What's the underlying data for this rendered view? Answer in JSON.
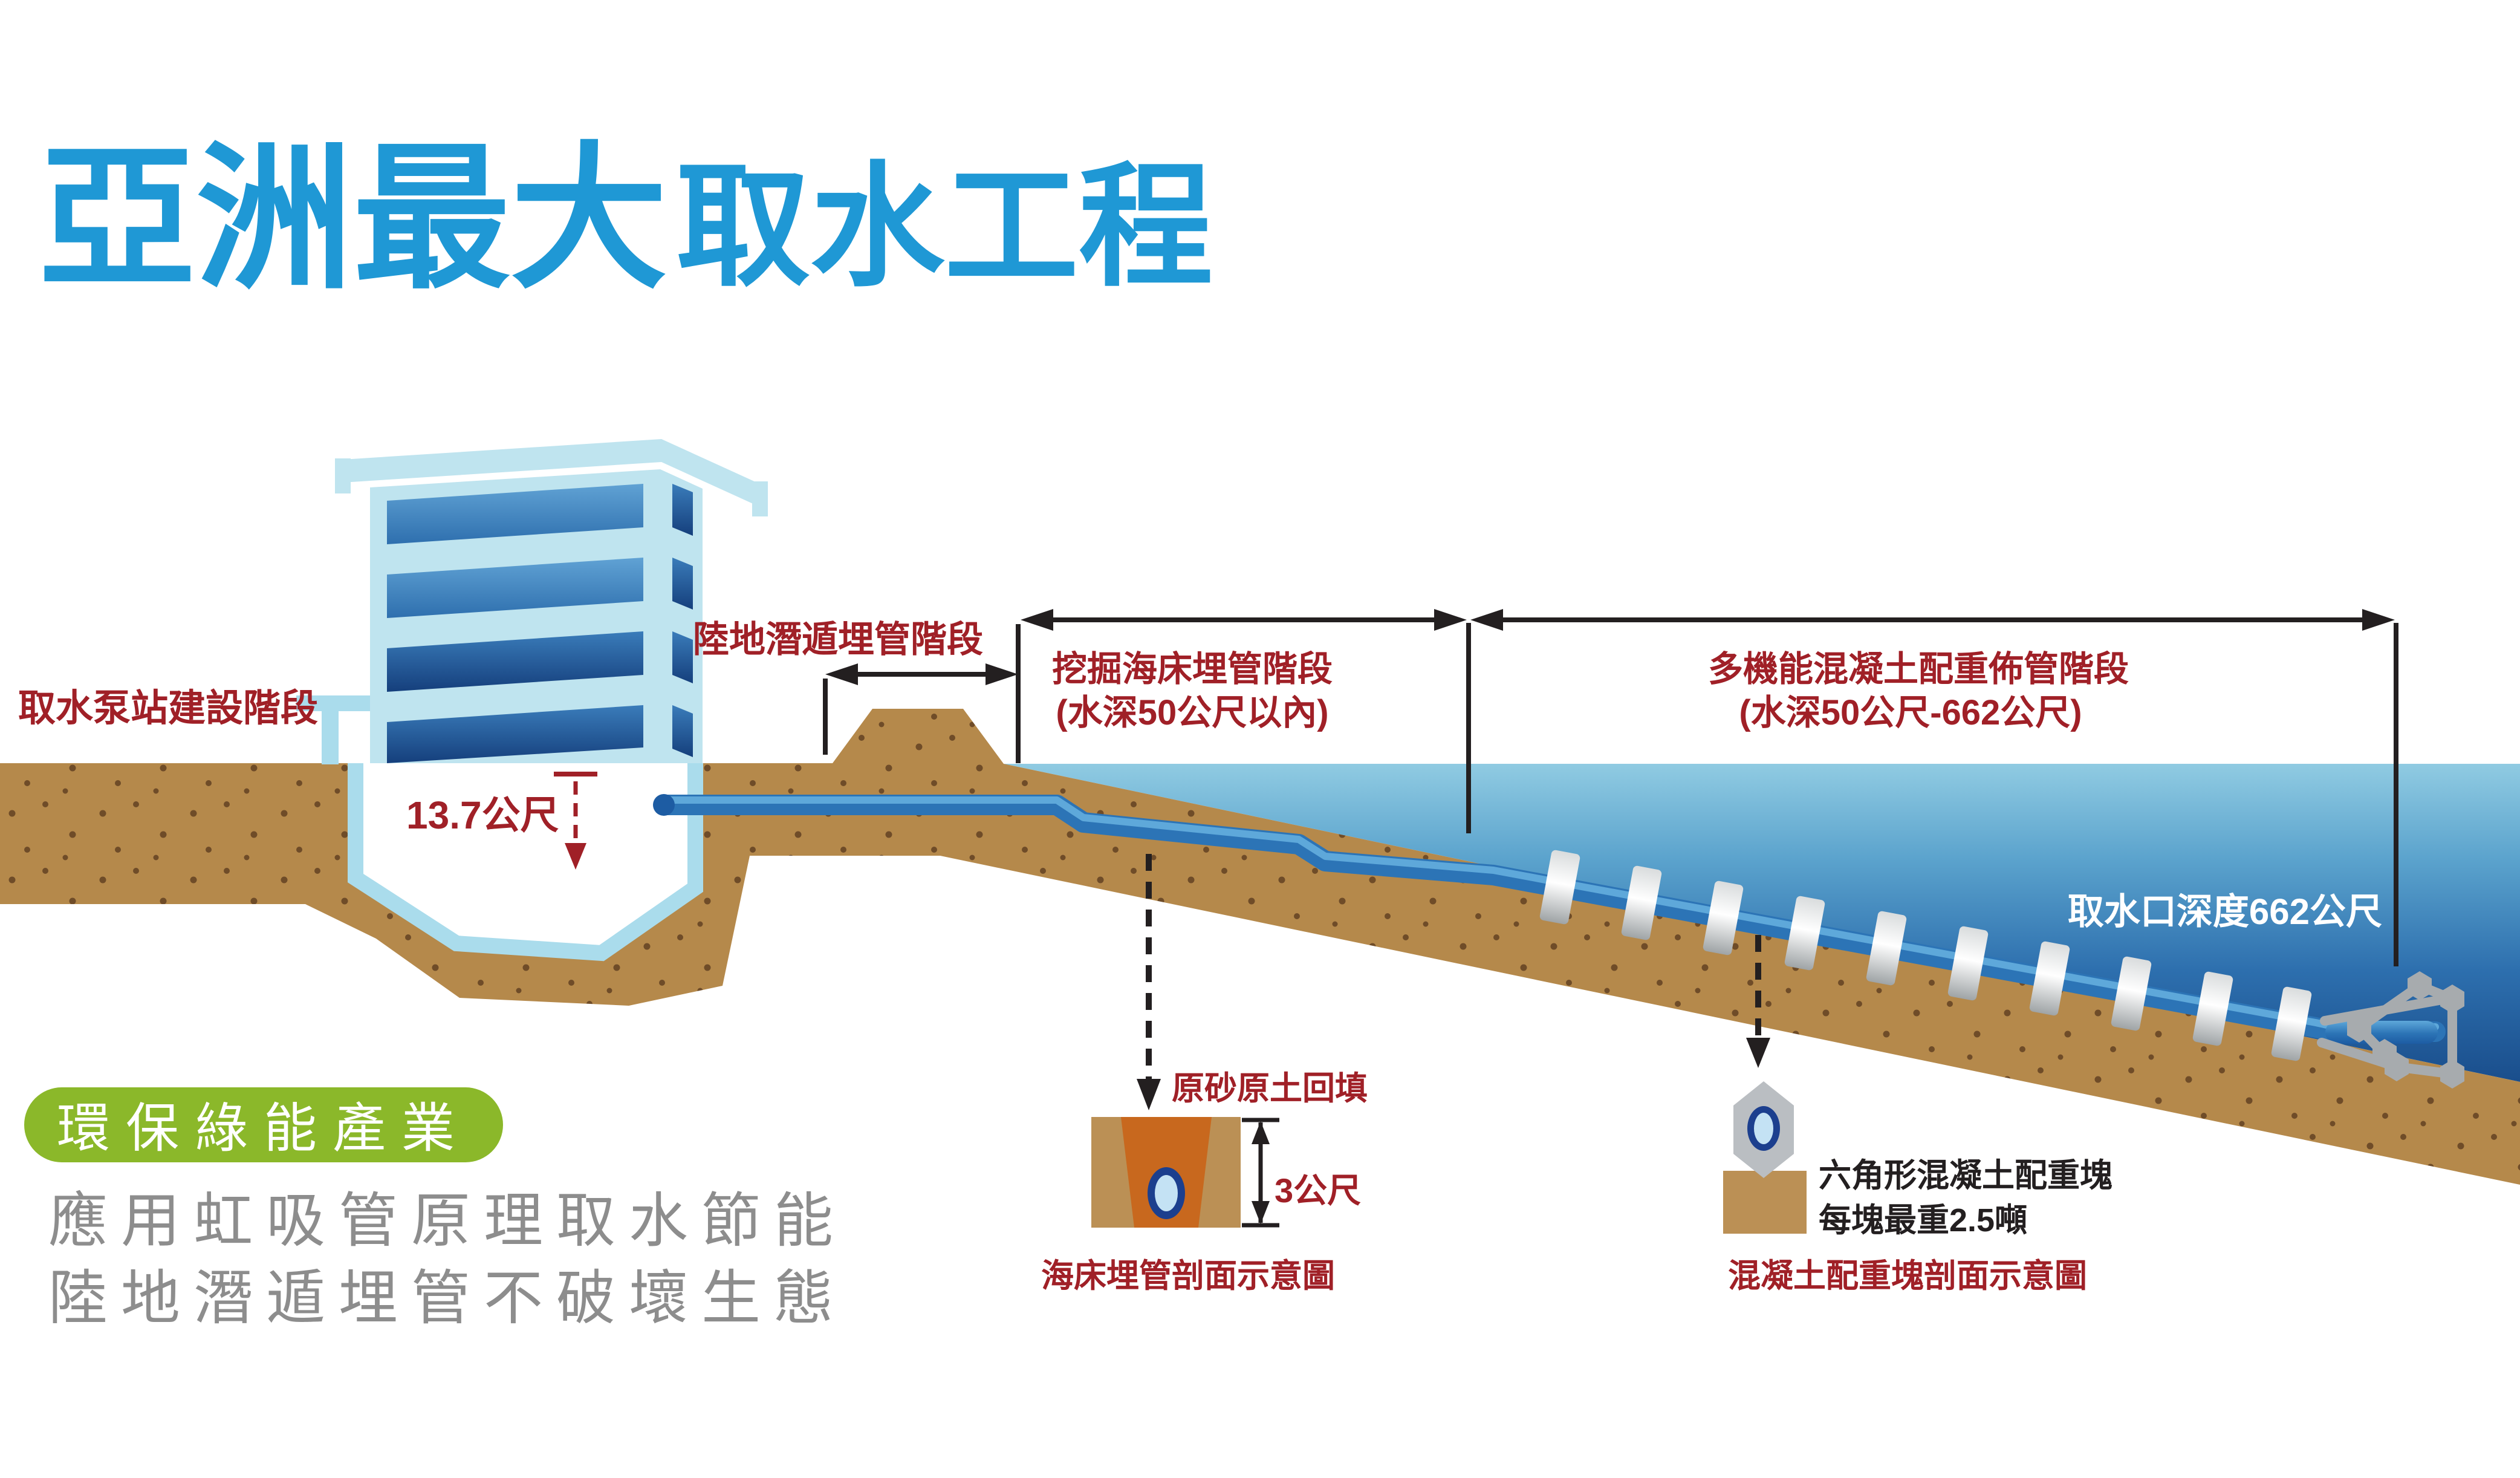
{
  "title": {
    "part1": "亞洲最大",
    "part2": "取水工程"
  },
  "phase_labels": {
    "pump_station": "取水泵站建設階段",
    "land_drilling": "陸地潛遁埋管階段",
    "seabed_excavation_line1": "挖掘海床埋管階段",
    "seabed_excavation_line2": "(水深50公尺以內)",
    "concrete_weight_line1": "多機能混凝土配重佈管階段",
    "concrete_weight_line2": "(水深50公尺-662公尺)"
  },
  "measurements": {
    "station_depth": "13.7公尺",
    "intake_depth": "取水口深度662公尺",
    "trench_depth": "3公尺"
  },
  "badge": {
    "label": "環保綠能產業"
  },
  "slogans": {
    "line1": "應用虹吸管原理取水節能",
    "line2": "陸地潛遁埋管不破壞生態"
  },
  "insets": {
    "seabed_trench": {
      "backfill_label": "原砂原土回填",
      "caption": "海床埋管剖面示意圖"
    },
    "concrete_block": {
      "desc_line1": "六角形混凝土配重塊",
      "desc_line2": "每塊最重2.5噸",
      "caption": "混凝土配重塊剖面示意圖"
    }
  },
  "colors": {
    "title_blue": "#1f98d5",
    "label_red": "#a02027",
    "ink_black": "#231f20",
    "sand": "#b5894b",
    "sand_dot": "#6f4c28",
    "inset_sand": "#bb9055",
    "trench_orange": "#c8681e",
    "water_top": "#90cbe2",
    "water_deep": "#1a4e8c",
    "pipe_blue": "#2c74b6",
    "pipe_ring_navy": "#1c3f8e",
    "pipe_inner": "#c4e2f4",
    "building_light_blue": "#bfe4ef",
    "concrete_gray": "#babec2",
    "truss_gray": "#a7abae",
    "badge_green": "#8bb82a",
    "slogan_gray": "#8d8d8d",
    "white": "#ffffff"
  }
}
